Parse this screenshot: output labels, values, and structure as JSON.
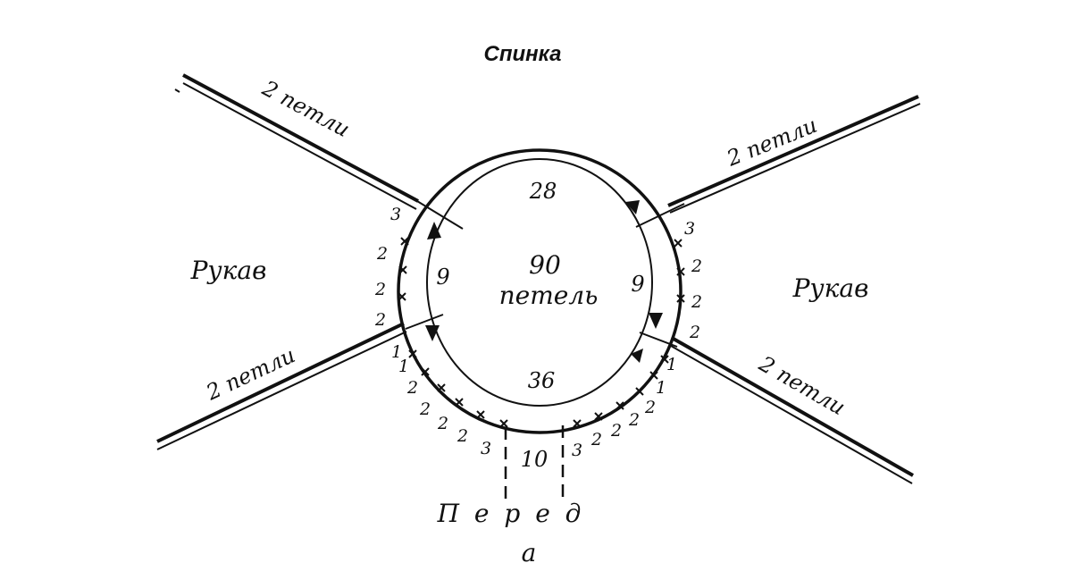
{
  "title": "Спинка",
  "center": {
    "count": "90",
    "unit": "петель"
  },
  "arc_labels": {
    "top": "28",
    "bottom": "36",
    "left": "9",
    "right": "9",
    "front_gap": "10"
  },
  "band_labels": {
    "upper_left": "2 петли",
    "upper_right": "2 петли",
    "lower_left": "2 петли",
    "lower_right": "2 петли"
  },
  "sleeves": {
    "left": "Рукав",
    "right": "Рукав"
  },
  "front": {
    "label": "П е р е д",
    "letter": "а"
  },
  "left_marks": [
    "3",
    "2",
    "2",
    "2"
  ],
  "right_marks": [
    "3",
    "2",
    "2",
    "2"
  ],
  "bottom_left_marks": [
    "1",
    "1",
    "2",
    "2",
    "2",
    "2",
    "3"
  ],
  "bottom_right_marks": [
    "3",
    "2",
    "2",
    "2",
    "2",
    "1",
    "1"
  ]
}
